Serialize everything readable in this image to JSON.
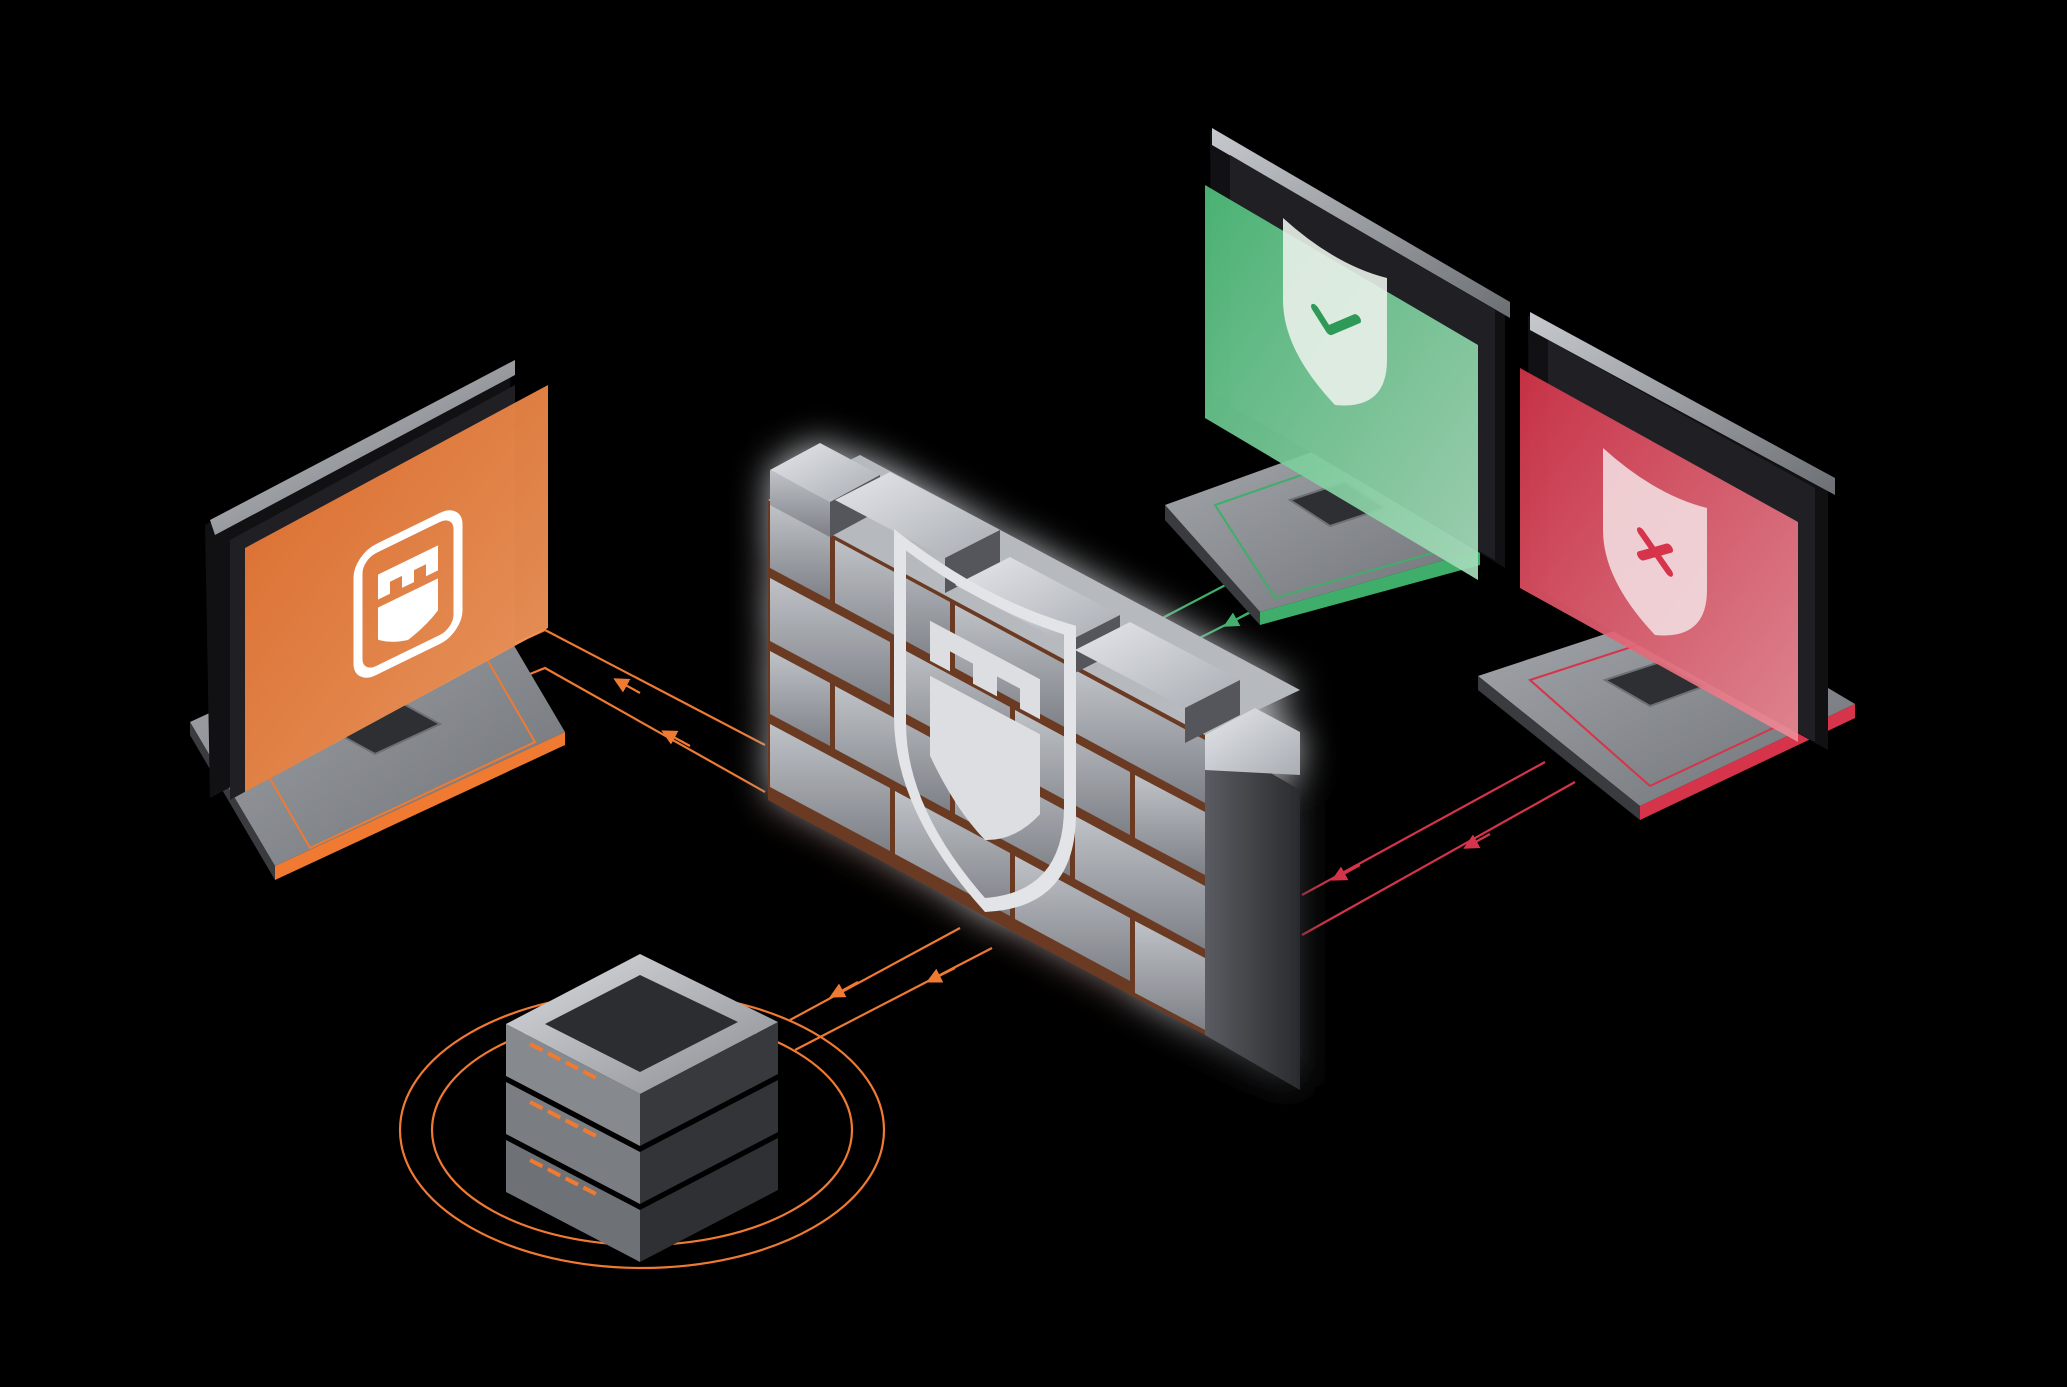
{
  "colors": {
    "background": "#000000",
    "accent_orange": "#f07a32",
    "allowed_green": "#3fae6a",
    "blocked_red": "#d6344a",
    "brick_light": "#c9ccd1",
    "brick_dark": "#3a3b3f",
    "mortar": "#6b3a22"
  },
  "nodes": [
    {
      "id": "protected-computer",
      "icon": "fortress-logo-icon",
      "color": "#f07a32"
    },
    {
      "id": "firewall",
      "icon": "fortress-shield-icon",
      "color": "#c9ccd1"
    },
    {
      "id": "allowed-computer",
      "icon": "shield-check-icon",
      "color": "#3fae6a"
    },
    {
      "id": "blocked-computer",
      "icon": "shield-cross-icon",
      "color": "#d6344a"
    },
    {
      "id": "server",
      "icon": "server-stack-icon",
      "color": "#f07a32"
    }
  ],
  "connections": [
    {
      "from": "firewall",
      "to": "protected-computer",
      "color": "#f07a32",
      "direction": "toward-computer"
    },
    {
      "from": "allowed-computer",
      "to": "firewall",
      "color": "#3fae6a",
      "direction": "toward-firewall"
    },
    {
      "from": "blocked-computer",
      "to": "firewall",
      "color": "#d6344a",
      "direction": "toward-firewall"
    },
    {
      "from": "firewall",
      "to": "server",
      "color": "#f07a32",
      "direction": "toward-server"
    }
  ]
}
